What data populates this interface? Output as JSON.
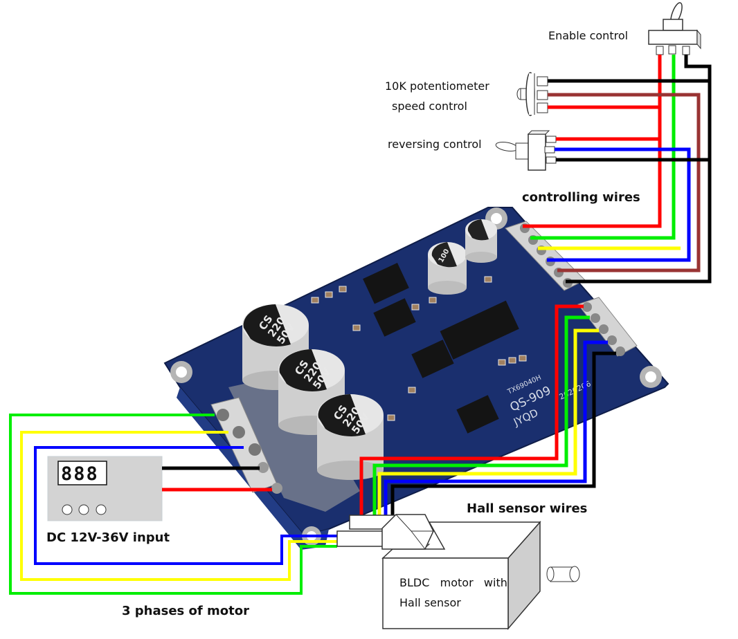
{
  "labels": {
    "enable_control": "Enable control",
    "potentiometer_line1": "10K potentiometer",
    "potentiometer_line2": "speed control",
    "reversing_control": "reversing control",
    "controlling_wires": "controlling wires",
    "hall_sensor_wires": "Hall sensor wires",
    "dc_input": "DC 12V-36V input",
    "three_phases": "3 phases of motor",
    "motor_line1": "BLDC   motor   with",
    "motor_line2": "Hall sensor"
  },
  "power_supply": {
    "display": "888",
    "buttons": 3
  },
  "board": {
    "capacitor_brand": "CS",
    "capacitor_value": "220",
    "capacitor_voltage": "50V",
    "small_cap_label": "100",
    "chip_label": "TX69040H",
    "model_label": "QS-909",
    "maker_label": "JYQD",
    "date_label": "2020206"
  },
  "wire_colors": {
    "red": "#ff0000",
    "green": "#00ee00",
    "yellow": "#ffff00",
    "blue": "#0000ff",
    "brown": "#993333",
    "black": "#000000"
  },
  "connections": {
    "controlling_wires": [
      "red",
      "green",
      "yellow",
      "blue",
      "brown",
      "black"
    ],
    "hall_sensor_wires": [
      "red",
      "green",
      "yellow",
      "blue",
      "black"
    ],
    "motor_phases": [
      "green",
      "yellow",
      "blue"
    ],
    "power_input": [
      "black",
      "red"
    ]
  }
}
